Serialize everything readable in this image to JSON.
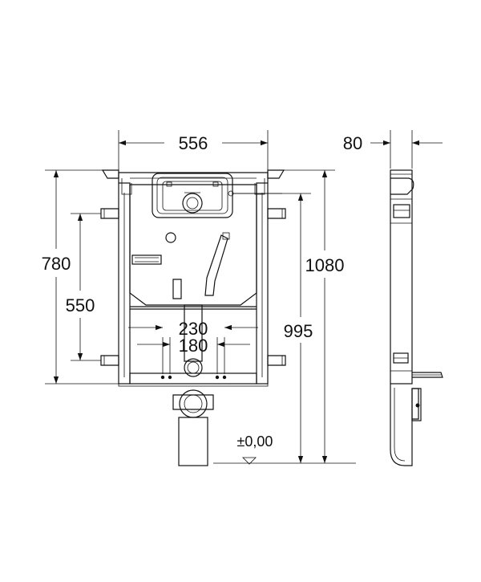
{
  "colors": {
    "line": "#111111",
    "background": "#ffffff"
  },
  "dimensions": {
    "width_top": "556",
    "depth_side": "80",
    "height_frame": "780",
    "height_inner": "550",
    "height_total": "1080",
    "height_outlet": "995",
    "spacing_outer": "230",
    "spacing_inner": "180",
    "floor_level": "±0,00"
  }
}
